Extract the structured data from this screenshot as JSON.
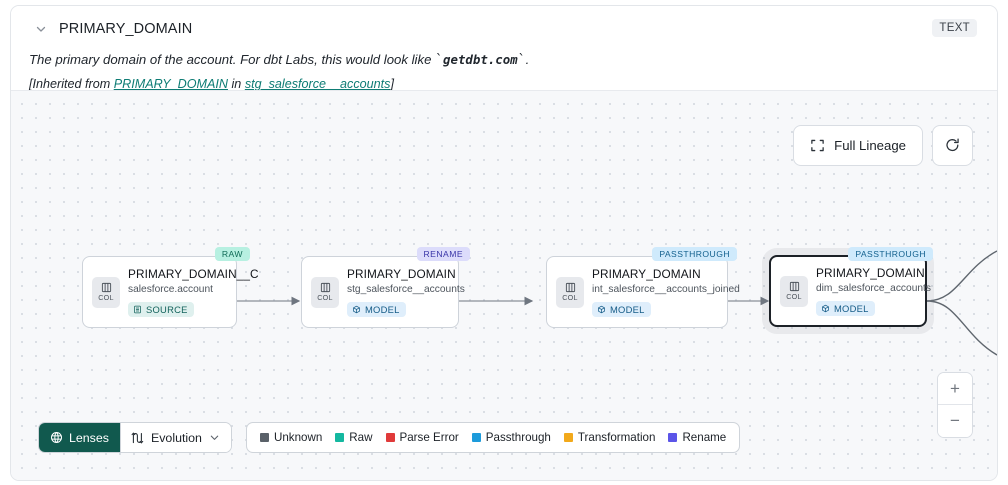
{
  "header": {
    "chevron_icon": "chevron-down-icon",
    "column_name": "PRIMARY_DOMAIN",
    "type_badge": "TEXT",
    "description_pre": "The primary domain of the account. For dbt Labs, this would look like ",
    "description_code": "getdbt.com",
    "description_post": ".",
    "inherit_pre": "[Inherited from ",
    "inherit_link_1": "PRIMARY_DOMAIN",
    "inherit_mid": " in ",
    "inherit_link_2": "stg_salesforce__accounts",
    "inherit_post": "]"
  },
  "controls": {
    "full_lineage_label": "Full Lineage",
    "full_lineage_icon": "expand-icon",
    "refresh_icon": "refresh-icon",
    "zoom_in_label": "+",
    "zoom_out_label": "−"
  },
  "graph": {
    "nodes": [
      {
        "pill": "RAW",
        "pill_style": "pill-raw",
        "chip_label": "COL",
        "chip_icon": "column-icon",
        "title": "PRIMARY_DOMAIN__C",
        "subtitle": "salesforce.account",
        "tag": "SOURCE",
        "tag_icon": "source-icon",
        "tag_style": "tag-source",
        "selected": false
      },
      {
        "pill": "RENAME",
        "pill_style": "pill-rename",
        "chip_label": "COL",
        "chip_icon": "column-icon",
        "title": "PRIMARY_DOMAIN",
        "subtitle": "stg_salesforce__accounts",
        "tag": "MODEL",
        "tag_icon": "model-icon",
        "tag_style": "tag-model",
        "selected": false
      },
      {
        "pill": "PASSTHROUGH",
        "pill_style": "pill-pass",
        "chip_label": "COL",
        "chip_icon": "column-icon",
        "title": "PRIMARY_DOMAIN",
        "subtitle": "int_salesforce__accounts_joined",
        "tag": "MODEL",
        "tag_icon": "model-icon",
        "tag_style": "tag-model",
        "selected": false
      },
      {
        "pill": "PASSTHROUGH",
        "pill_style": "pill-pass",
        "chip_label": "COL",
        "chip_icon": "column-icon",
        "title": "PRIMARY_DOMAIN",
        "subtitle": "dim_salesforce_accounts",
        "tag": "MODEL",
        "tag_icon": "model-icon",
        "tag_style": "tag-model",
        "selected": true
      }
    ]
  },
  "bottom": {
    "lenses_label": "Lenses",
    "lenses_icon": "lens-icon",
    "evolution_label": "Evolution",
    "evolution_icon": "evolution-icon",
    "evolution_caret": "chevron-down-icon",
    "legend": [
      {
        "label": "Unknown",
        "color": "#5a6169"
      },
      {
        "label": "Raw",
        "color": "#14b8a0"
      },
      {
        "label": "Parse Error",
        "color": "#e03a3a"
      },
      {
        "label": "Passthrough",
        "color": "#1d9bdb"
      },
      {
        "label": "Transformation",
        "color": "#f2a91b"
      },
      {
        "label": "Rename",
        "color": "#5b55e8"
      }
    ]
  }
}
